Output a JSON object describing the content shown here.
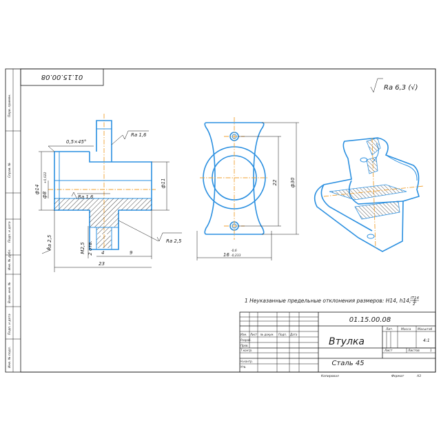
{
  "drawing": {
    "code_stamp": "01.15.00.08",
    "roughness_general": "Ra 6,3 (√)",
    "note": "1 Неуказанные предельные отклонения размеров: H14, h14, ±",
    "note_fraction_num": "IT14",
    "note_fraction_den": "2"
  },
  "side_labels": [
    "Перв. примен.",
    "Справ. №",
    "Подп. и дата",
    "Инв. № дубл.",
    "Взам. инв. №",
    "Подп. и дата",
    "Инв. № подл."
  ],
  "front_view": {
    "chamfer": "0,5×45°",
    "ra16_top": "Ra 1,6",
    "ra16_bore": "Ra 1,6",
    "ra25_left": "Ra 2,5",
    "ra25_right": "Ra 2,5",
    "dia14": "ф14",
    "dia8": "ф8",
    "dia8_tol": "+0,022",
    "dia11": "ф11",
    "thread": "M2,5",
    "thread_depth": "2 отв.",
    "dim4": "4",
    "dim9": "9",
    "dim23": "23"
  },
  "plan_view": {
    "dim22": "22",
    "dia30": "ф30",
    "dim16": "16",
    "dim16_tol_top": "-0,6",
    "dim16_tol_bot": "-0,233"
  },
  "title_block": {
    "code": "01.15.00.08",
    "name": "Втулка",
    "material": "Сталь 45",
    "lit_label": "Лит.",
    "mass_label": "Масса",
    "scale_label": "Масштаб",
    "scale_value": "4:1",
    "sheet_label": "Лист",
    "sheets_label": "Листов",
    "sheets_value": "1",
    "rows": [
      "Изм.",
      "Лист",
      "№ докум.",
      "Подп.",
      "Дата"
    ],
    "row_roles": [
      "Разраб.",
      "Пров.",
      "Т.контр.",
      "",
      "Н.контр.",
      "Утв."
    ],
    "copied": "Копировал",
    "format": "Формат",
    "format_value": "А3"
  }
}
